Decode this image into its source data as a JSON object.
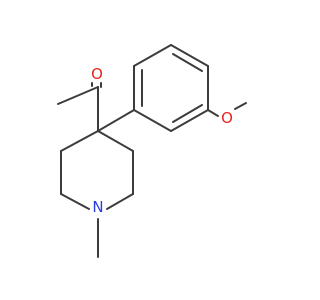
{
  "molecule": {
    "atoms": {
      "carbonyl_oxygen": {
        "label": "O",
        "color": "#e8261d"
      },
      "methoxy_oxygen": {
        "label": "O",
        "color": "#e8261d"
      },
      "ring_nitrogen": {
        "label": "N",
        "color": "#2b3fe0"
      }
    },
    "bond_color": "#3c3c3c",
    "background_color": "#ffffff"
  }
}
